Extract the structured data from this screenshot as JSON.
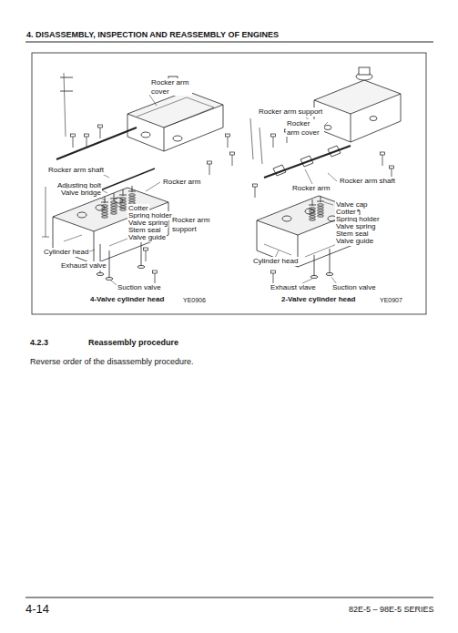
{
  "diagram": {
    "title": "4. DISASSEMBLY, INSPECTION AND REASSEMBLY OF ENGINES",
    "labels": [
      "Rocker arm cover",
      "Rocker arm shaft",
      "Adjusting bolt",
      "Valve bridge",
      "Rocker arm",
      "Cotter",
      "Spring holder",
      "Valve spring",
      "Stem seal",
      "Valve guide",
      "Rocker arm support",
      "Cylinder head",
      "Exhaust valve",
      "Suction valve",
      "4-Valve cylinder head",
      "YE0906",
      "Rocker arm support",
      "Rocker arm cover",
      "Rocker arm shaft",
      "Rocker arm",
      "Valve cap",
      "Cotter",
      "Spring holder",
      "Valve spring",
      "Stem seal",
      "Valve guide",
      "Cylinder head",
      "Exhaust vlave",
      "Suction valve",
      "2-Valve cylinder head",
      "YE0907",
      "4.2.3",
      "Reassembly procedure",
      "Reverse order of the disassembly procedure.",
      "4-14",
      "82E-5 – 98E-5 SERIES"
    ]
  }
}
